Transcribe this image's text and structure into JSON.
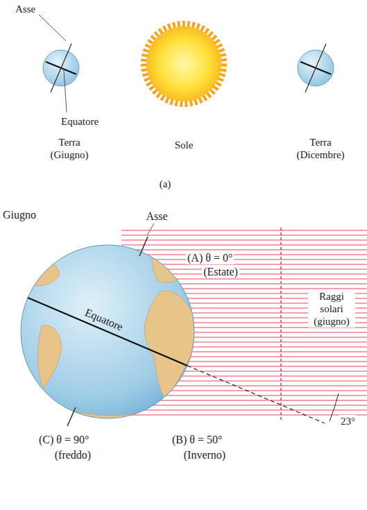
{
  "diagram": {
    "labels": [
      "Asse",
      "Equatore",
      "Terra (Giugno)",
      "Sole",
      "Terra (Dicembre)",
      "(a)",
      "Giugno",
      "Asse",
      "Equatore",
      "(A) θ = 0°",
      "(Estate)",
      "Raggi solari (giugno)",
      "23°",
      "(C) θ = 90°",
      "(freddo)",
      "(B) θ = 50°",
      "(Inverno)"
    ]
  }
}
